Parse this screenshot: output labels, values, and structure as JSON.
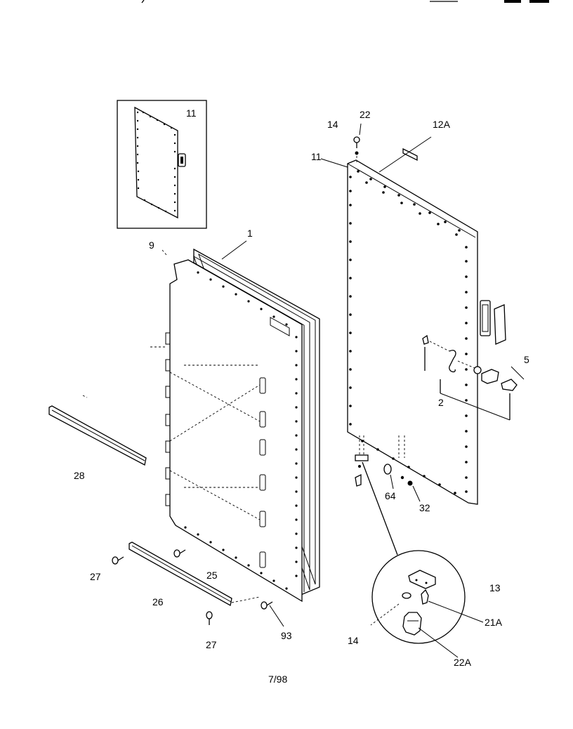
{
  "callouts": {
    "c11_inset": "11",
    "c14_top": "14",
    "c22": "22",
    "c12a": "12A",
    "c11_door": "11",
    "c1": "1",
    "c9": "9",
    "c5": "5",
    "c2": "2",
    "c28": "28",
    "c64": "64",
    "c32": "32",
    "c13": "13",
    "c27_upper": "27",
    "c25": "25",
    "c26": "26",
    "c21a": "21A",
    "c14_bottom": "14",
    "c93": "93",
    "c27_lower": "27",
    "c22a": "22A"
  },
  "footer": {
    "date_code": "7/98"
  }
}
